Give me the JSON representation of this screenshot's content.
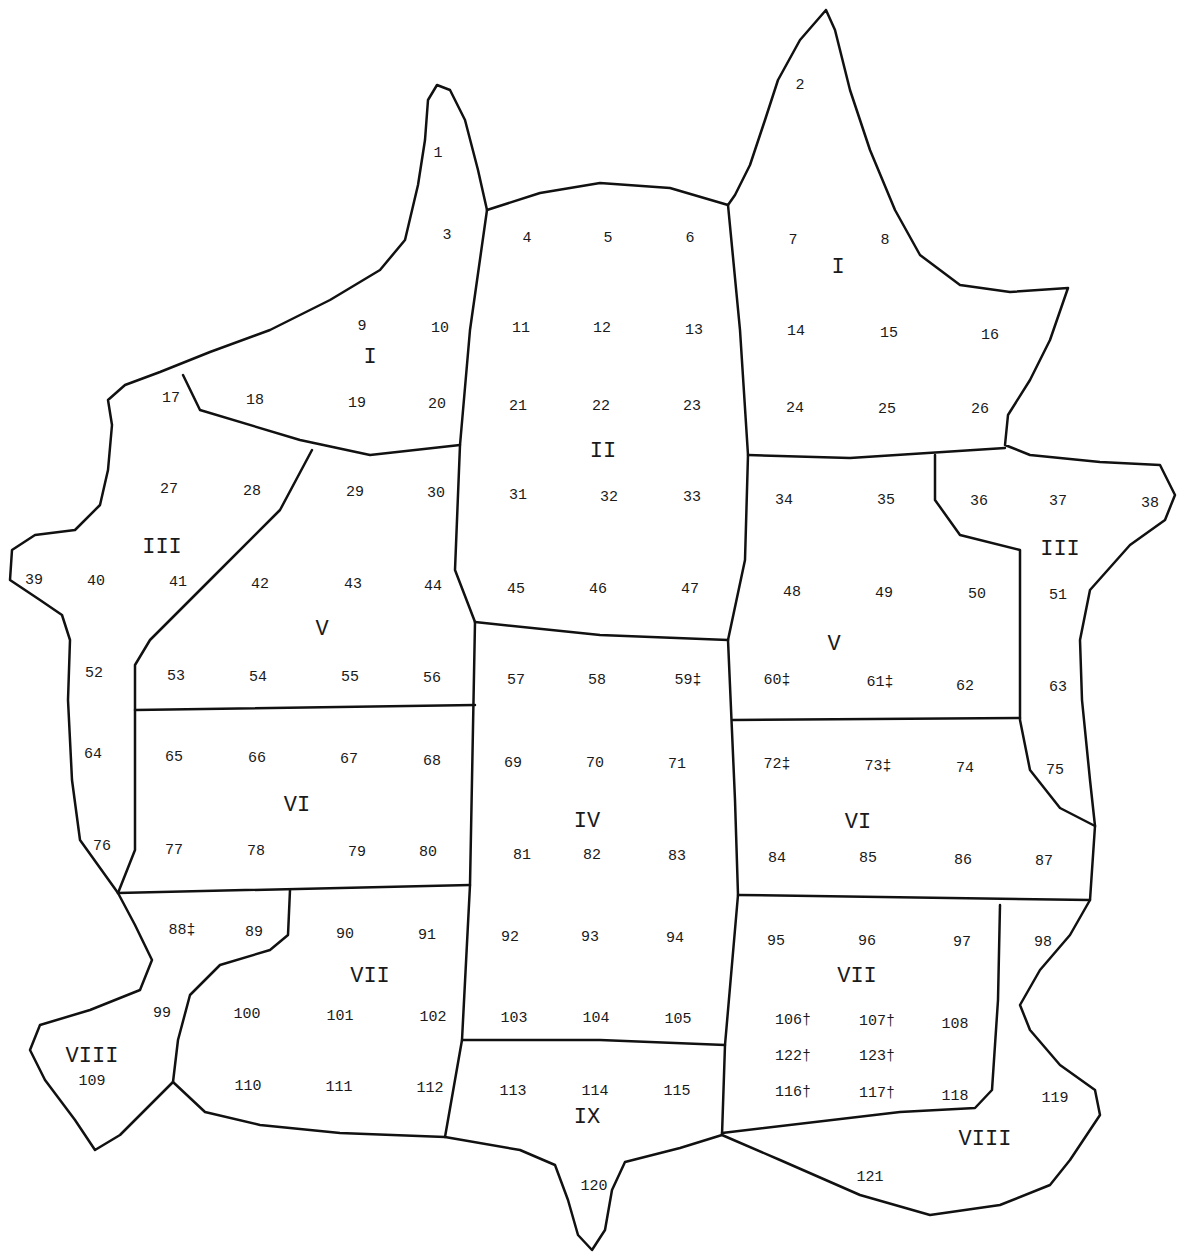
{
  "diagram": {
    "nodes": [
      {
        "text": [
          "1",
          "3",
          "9",
          "10",
          "I",
          "18",
          "19",
          "20"
        ]
      },
      {
        "text": [
          "4",
          "5",
          "6",
          "11",
          "12",
          "13",
          "21",
          "22",
          "23",
          "II",
          "31",
          "32",
          "33",
          "45",
          "46",
          "47"
        ]
      },
      {
        "text": [
          "2",
          "7",
          "8",
          "I",
          "14",
          "15",
          "16",
          "24",
          "25",
          "26"
        ]
      },
      {
        "text": [
          "17",
          "27",
          "28",
          "III",
          "39",
          "40",
          "41",
          "52",
          "64",
          "76"
        ]
      },
      {
        "text": [
          "29",
          "30",
          "42",
          "43",
          "44",
          "V",
          "53",
          "54",
          "55",
          "56"
        ]
      },
      {
        "text": [
          "34",
          "35",
          "48",
          "49",
          "50",
          "V",
          "60‡",
          "61‡",
          "62"
        ]
      },
      {
        "text": [
          "36",
          "37",
          "38",
          "III",
          "51",
          "63",
          "75"
        ]
      },
      {
        "text": [
          "65",
          "66",
          "67",
          "68",
          "VI",
          "77",
          "78",
          "79",
          "80"
        ]
      },
      {
        "text": [
          "57",
          "58",
          "59‡",
          "69",
          "70",
          "71",
          "IV",
          "81",
          "82",
          "83",
          "92",
          "93",
          "94",
          "103",
          "104",
          "105"
        ]
      },
      {
        "text": [
          "72‡",
          "73‡",
          "74",
          "VI",
          "84",
          "85",
          "86",
          "87"
        ]
      },
      {
        "text": [
          "88‡",
          "99",
          "VIII",
          "109"
        ]
      },
      {
        "text": [
          "89",
          "90",
          "91",
          "VII",
          "100",
          "101",
          "102",
          "110",
          "111",
          "112"
        ]
      },
      {
        "text": [
          "95",
          "96",
          "97",
          "VII",
          "106†",
          "107†",
          "108",
          "122†",
          "123†",
          "116†",
          "117†",
          "118"
        ]
      },
      {
        "text": [
          "98",
          "119",
          "VIII",
          "121"
        ]
      },
      {
        "text": [
          "113",
          "114",
          "115",
          "IX",
          "120"
        ]
      }
    ]
  }
}
